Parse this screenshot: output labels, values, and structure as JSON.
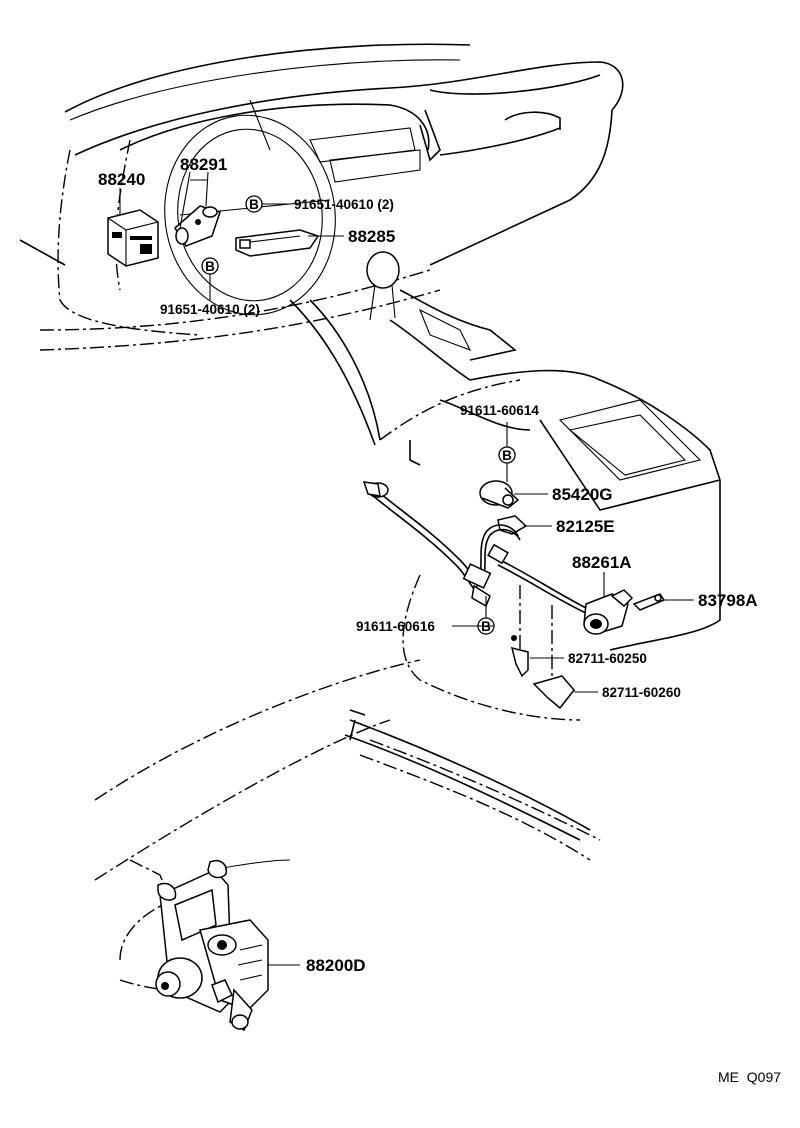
{
  "labels": {
    "p88240": "88240",
    "p88291": "88291",
    "p91651_upper": "91651-40610 (2)",
    "p88285": "88285",
    "p91651_lower": "91651-40610 (2)",
    "p91611_60614": "91611-60614",
    "p85420G": "85420G",
    "p82125E": "82125E",
    "p88261A": "88261A",
    "p83798A": "83798A",
    "p91611_60616": "91611-60616",
    "p82711_60250": "82711-60250",
    "p82711_60260": "82711-60260",
    "p88200D": "88200D"
  },
  "markers": {
    "bolt_b": "B"
  },
  "footer": {
    "code": "ME  Q097"
  }
}
